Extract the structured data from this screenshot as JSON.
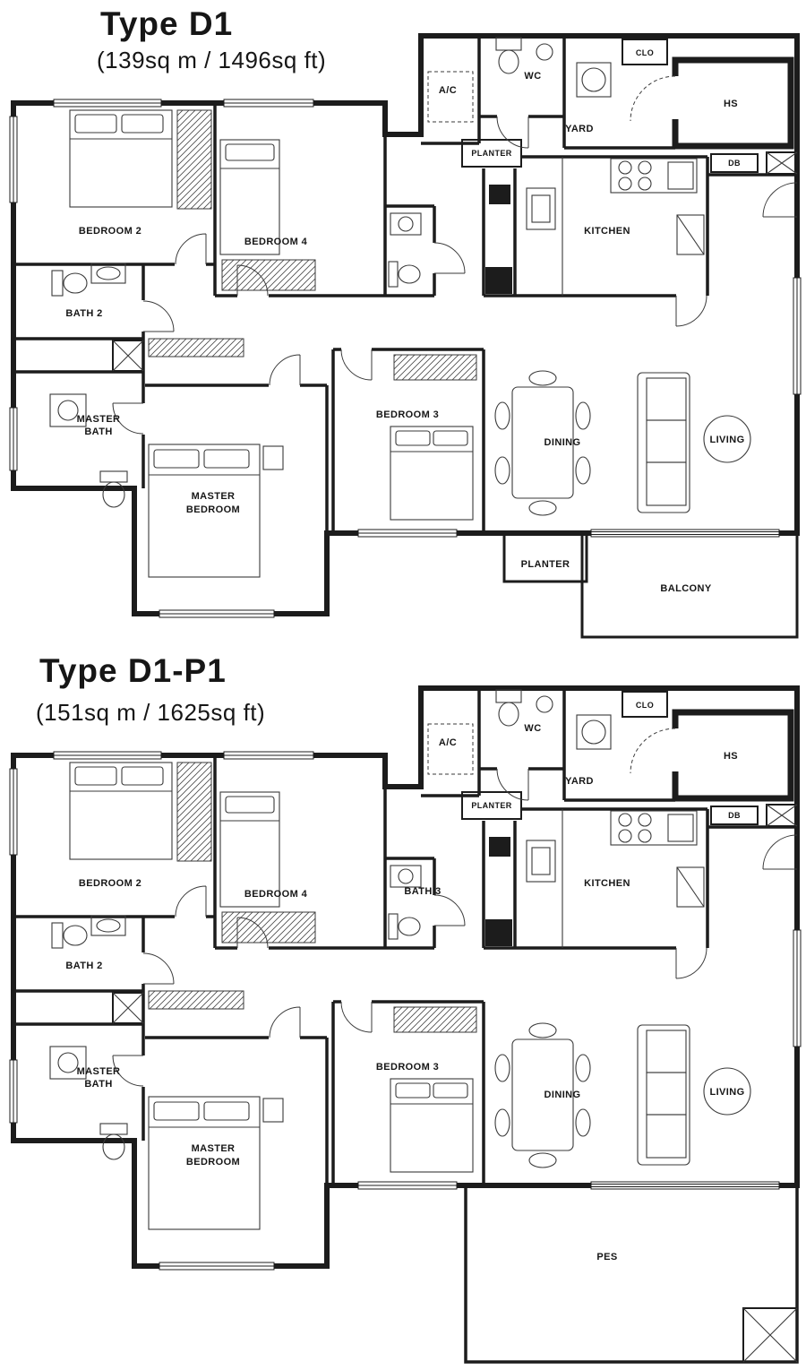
{
  "page": {
    "background": "#ffffff",
    "line_color": "#1c1c1c"
  },
  "plans": [
    {
      "title": "Type D1",
      "area": "(139sq m / 1496sq ft)",
      "labels": {
        "ac": "A/C",
        "wc": "WC",
        "clo": "CLO",
        "hs": "HS",
        "yard": "YARD",
        "planter_top": "PLANTER",
        "db": "DB",
        "kitchen": "KITCHEN",
        "bedroom2": "BEDROOM 2",
        "bedroom4": "BEDROOM 4",
        "bath2": "BATH 2",
        "master_bath_1": "MASTER",
        "master_bath_2": "BATH",
        "bedroom3": "BEDROOM 3",
        "dining": "DINING",
        "living": "LIVING",
        "master_bedroom_1": "MASTER",
        "master_bedroom_2": "BEDROOM",
        "planter_bottom": "PLANTER",
        "balcony": "BALCONY"
      }
    },
    {
      "title": "Type D1-P1",
      "area": "(151sq m / 1625sq ft)",
      "labels": {
        "ac": "A/C",
        "wc": "WC",
        "clo": "CLO",
        "hs": "HS",
        "yard": "YARD",
        "planter_top": "PLANTER",
        "db": "DB",
        "kitchen": "KITCHEN",
        "bedroom2": "BEDROOM 2",
        "bedroom4": "BEDROOM 4",
        "bath3": "BATH 3",
        "bath2": "BATH 2",
        "master_bath_1": "MASTER",
        "master_bath_2": "BATH",
        "bedroom3": "BEDROOM 3",
        "dining": "DINING",
        "living": "LIVING",
        "master_bedroom_1": "MASTER",
        "master_bedroom_2": "BEDROOM",
        "pes": "PES"
      }
    }
  ]
}
